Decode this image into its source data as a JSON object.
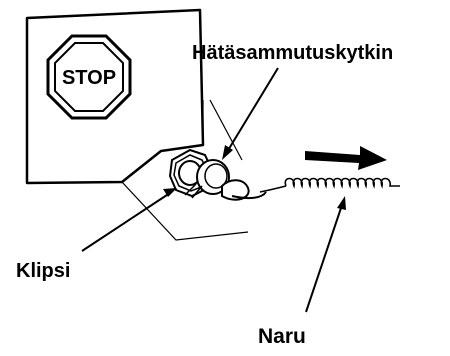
{
  "diagram": {
    "stop_sign_text": "STOP",
    "labels": {
      "switch": "Hätäsammutuskytkin",
      "clip": "Klipsi",
      "cord": "Naru"
    },
    "colors": {
      "ink": "#000000",
      "background": "#ffffff"
    },
    "icons": [
      "stop-sign-icon",
      "pull-direction-arrow-icon"
    ]
  }
}
